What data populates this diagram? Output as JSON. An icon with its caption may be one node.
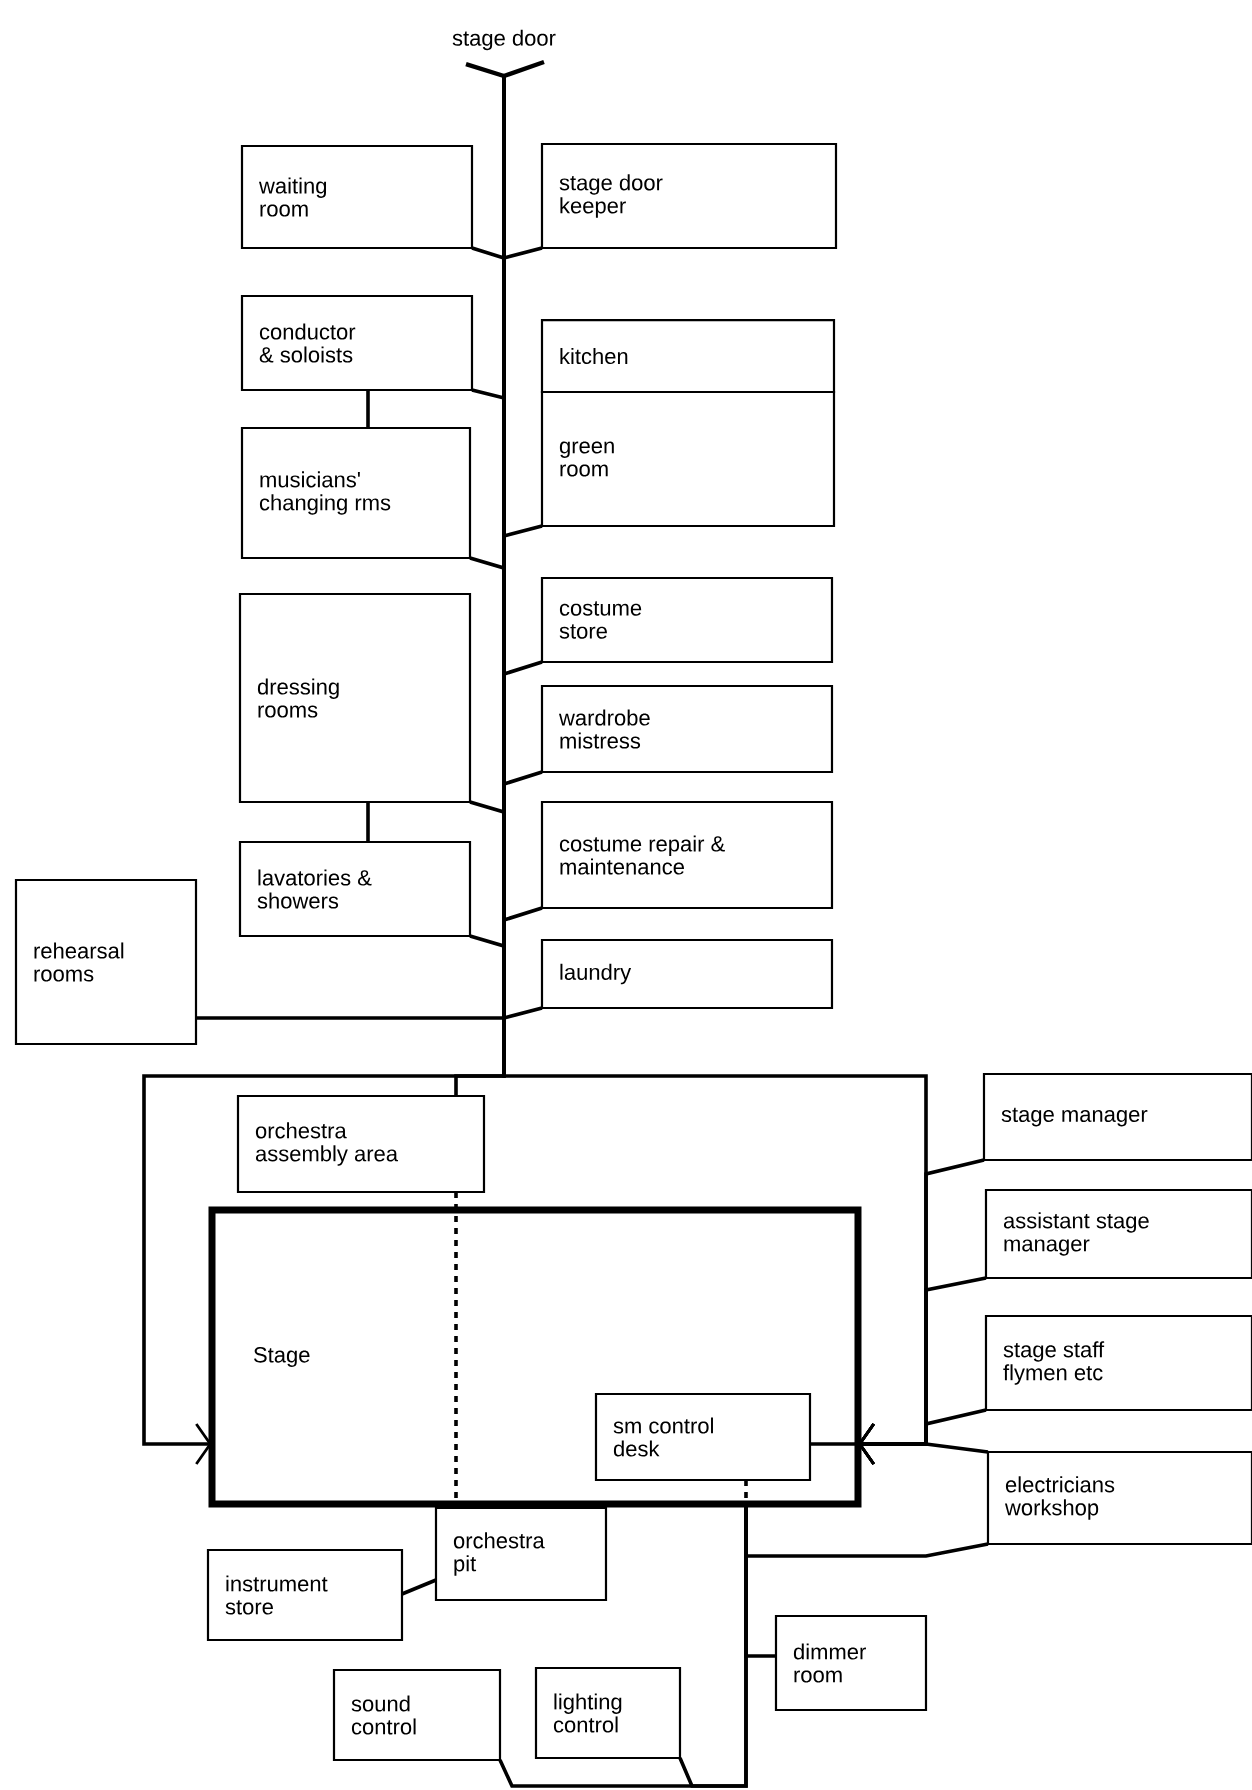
{
  "diagram": {
    "nodes": [
      {
        "text": [
          "stage door"
        ]
      },
      {
        "text": [
          "waiting room"
        ]
      },
      {
        "text": [
          "stage door keeper"
        ]
      },
      {
        "text": [
          "conductor & soloists"
        ]
      },
      {
        "text": [
          "kitchen"
        ]
      },
      {
        "text": [
          "musicians' changing rms"
        ]
      },
      {
        "text": [
          "green room"
        ]
      },
      {
        "text": [
          "dressing rooms"
        ]
      },
      {
        "text": [
          "costume store"
        ]
      },
      {
        "text": [
          "wardrobe mistress"
        ]
      },
      {
        "text": [
          "costume repair & maintenance"
        ]
      },
      {
        "text": [
          "lavatories & showers"
        ]
      },
      {
        "text": [
          "rehearsal rooms"
        ]
      },
      {
        "text": [
          "laundry"
        ]
      },
      {
        "text": [
          "orchestra assembly area"
        ]
      },
      {
        "text": [
          "stage manager"
        ]
      },
      {
        "text": [
          "Stage"
        ]
      },
      {
        "text": [
          "assistant stage manager"
        ]
      },
      {
        "text": [
          "stage staff flymen etc"
        ]
      },
      {
        "text": [
          "sm control desk"
        ],
        "in": 16
      },
      {
        "text": [
          "electricians workshop"
        ]
      },
      {
        "text": [
          "orchestra pit"
        ]
      },
      {
        "text": [
          "instrument store"
        ]
      },
      {
        "text": [
          "dimmer room"
        ]
      },
      {
        "text": [
          "sound control"
        ]
      },
      {
        "text": [
          "lighting control"
        ]
      }
    ],
    "edges": [
      {
        "from": 1,
        "to": 0,
        "arrow": "none"
      },
      {
        "from": 2,
        "to": 0,
        "arrow": "none"
      },
      {
        "from": 3,
        "to": 0,
        "arrow": "none"
      },
      {
        "from": 3,
        "to": 5,
        "arrow": "none"
      },
      {
        "from": 5,
        "to": 0,
        "arrow": "none"
      },
      {
        "from": 6,
        "to": 0,
        "arrow": "none"
      },
      {
        "from": 7,
        "to": 0,
        "arrow": "none"
      },
      {
        "from": 7,
        "to": 11,
        "arrow": "none"
      },
      {
        "from": 8,
        "to": 0,
        "arrow": "none"
      },
      {
        "from": 9,
        "to": 0,
        "arrow": "none"
      },
      {
        "from": 10,
        "to": 0,
        "arrow": "none"
      },
      {
        "from": 11,
        "to": 0,
        "arrow": "none"
      },
      {
        "from": 12,
        "to": 0,
        "arrow": "none"
      },
      {
        "from": 13,
        "to": 0,
        "arrow": "none"
      },
      {
        "from": 0,
        "to": 16,
        "arrow": "to"
      },
      {
        "from": 0,
        "to": 16,
        "arrow": "to"
      },
      {
        "from": 0,
        "to": 14,
        "arrow": "none"
      },
      {
        "from": 14,
        "to": 21,
        "arrow": "none",
        "style": "dashed"
      },
      {
        "from": 15,
        "to": 16,
        "arrow": "to"
      },
      {
        "from": 17,
        "to": 16,
        "arrow": "to"
      },
      {
        "from": 18,
        "to": 16,
        "arrow": "to"
      },
      {
        "from": 20,
        "to": 16,
        "arrow": "to"
      },
      {
        "from": 19,
        "to": 16,
        "arrow": "none"
      },
      {
        "from": 19,
        "to": 16,
        "arrow": "none",
        "style": "dashed"
      },
      {
        "from": 16,
        "to": 20,
        "arrow": "none"
      },
      {
        "from": 16,
        "to": 23,
        "arrow": "none"
      },
      {
        "from": 16,
        "to": 24,
        "arrow": "none"
      },
      {
        "from": 16,
        "to": 25,
        "arrow": "none"
      },
      {
        "from": 22,
        "to": 21,
        "arrow": "none"
      }
    ]
  }
}
